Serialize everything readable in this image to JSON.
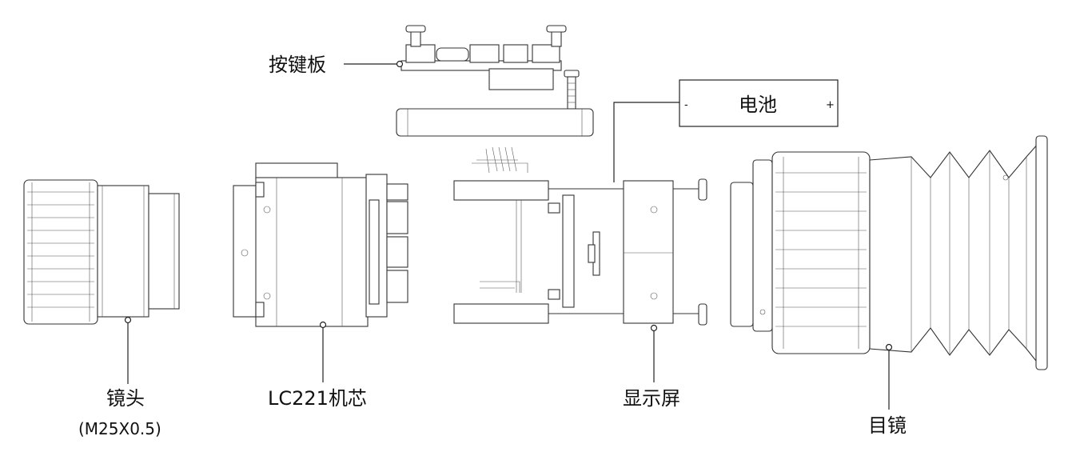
{
  "labels": {
    "keypad": "按键板",
    "battery": "电池",
    "battery_minus": "-",
    "battery_plus": "+",
    "lens": "镜头",
    "lens_spec": "(M25X0.5)",
    "core": "LC221机芯",
    "display": "显示屏",
    "eyepiece": "目镜"
  }
}
